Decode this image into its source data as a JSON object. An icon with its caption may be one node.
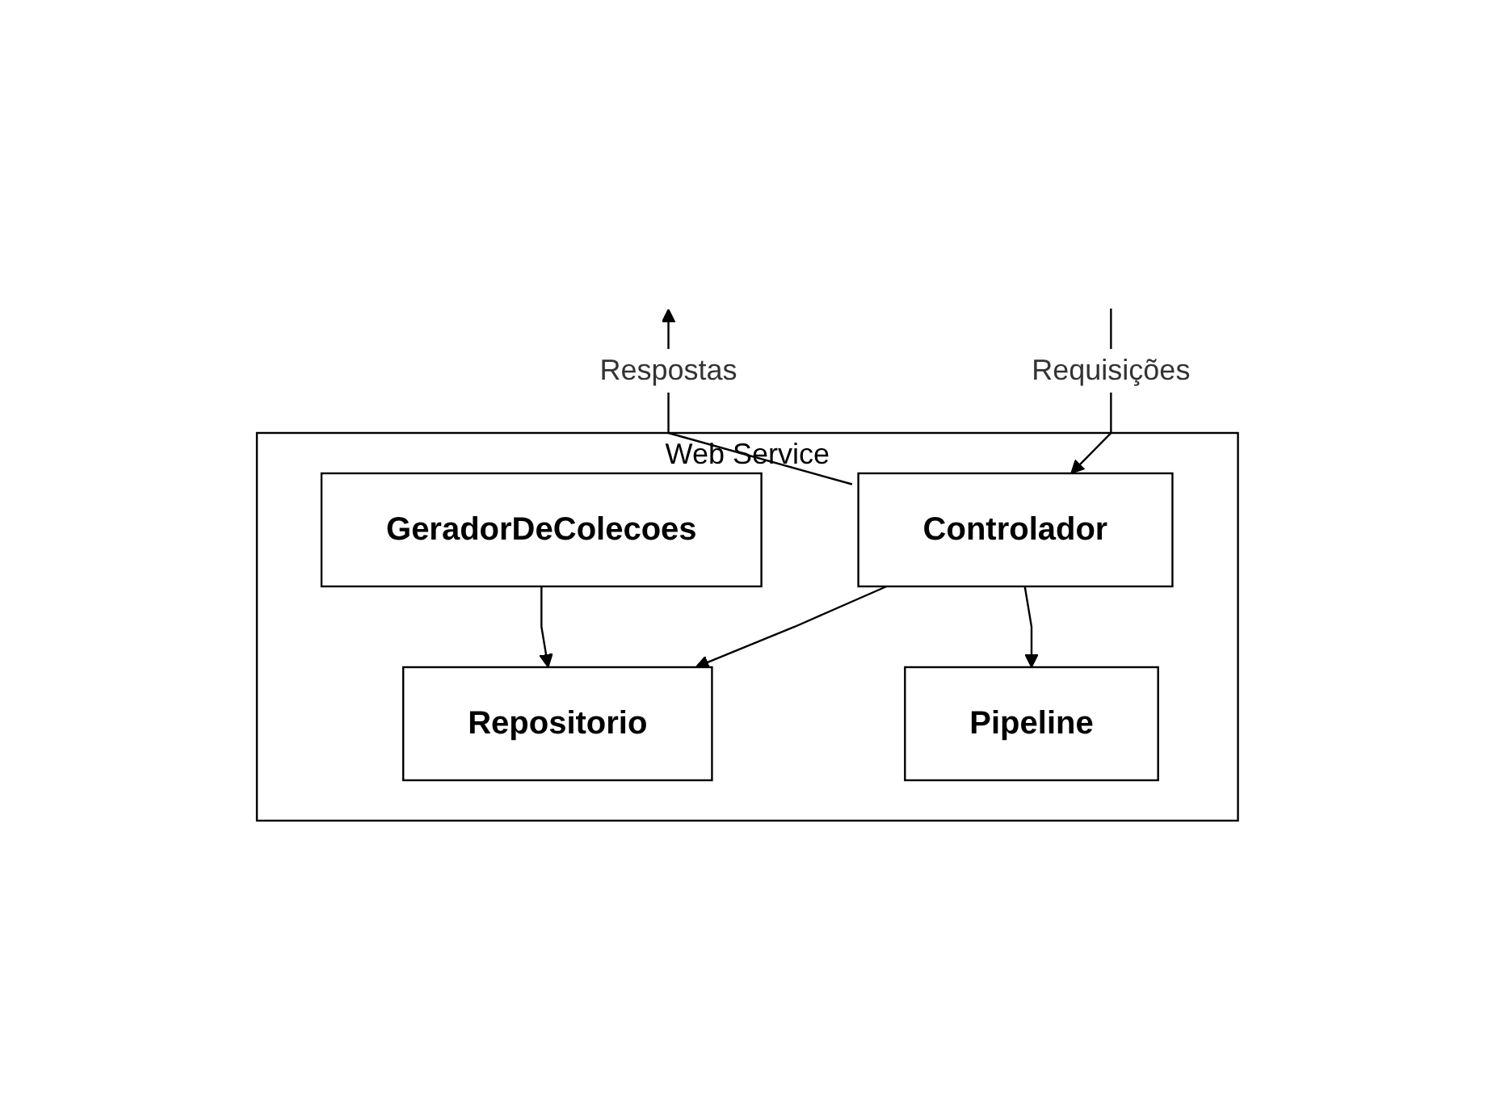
{
  "diagram": {
    "nodes": [
      {
        "text": [
          "Web Service"
        ]
      },
      {
        "text": [
          "Controlador"
        ],
        "in": 0
      },
      {
        "text": [
          "Repositorio"
        ],
        "in": 0
      },
      {
        "text": [
          "Pipeline"
        ],
        "in": 0
      },
      {
        "text": [
          "GeradorDeColecoes"
        ],
        "in": 0
      }
    ],
    "edges": [
      {
        "from": null,
        "to": 1,
        "arrow": "to",
        "label": "Requisições"
      },
      {
        "from": 1,
        "to": null,
        "arrow": "to",
        "label": "Respostas"
      },
      {
        "from": 1,
        "to": 2,
        "arrow": "to"
      },
      {
        "from": 1,
        "to": 3,
        "arrow": "to"
      },
      {
        "from": 4,
        "to": 2,
        "arrow": "to"
      }
    ]
  }
}
